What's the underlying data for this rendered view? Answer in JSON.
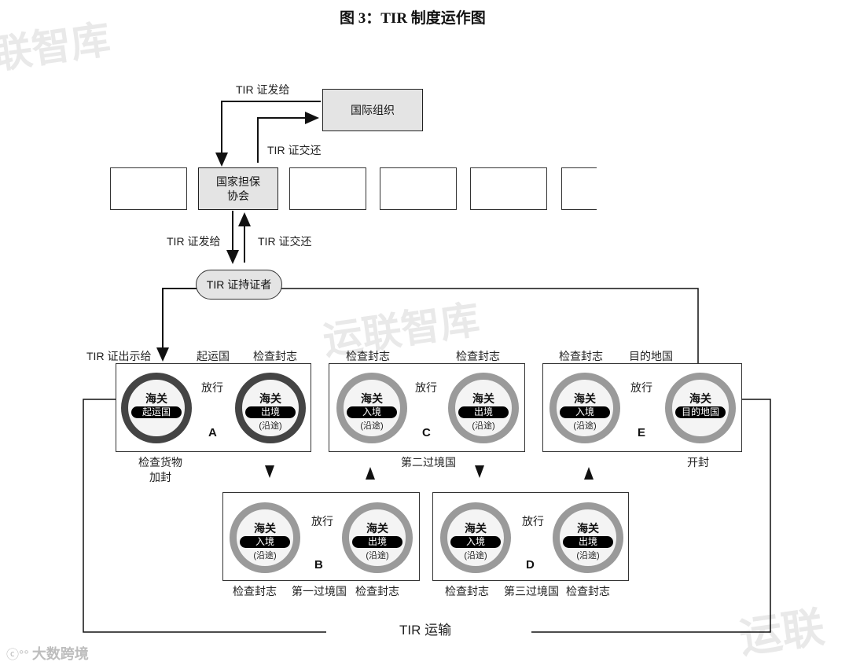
{
  "title": "图 3：TIR 制度运作图",
  "intl_org": "国际组织",
  "assoc": "国家担保\n协会",
  "holder": "TIR 证持证者",
  "labels": {
    "issue_top": "TIR 证发给",
    "return_top": "TIR 证交还",
    "issue_mid": "TIR 证发给",
    "return_mid": "TIR 证交还",
    "present": "TIR 证出示给",
    "origin_country": "起运国",
    "check_seal_a": "检查封志",
    "check_seal_c1": "检查封志",
    "check_seal_c2": "检查封志",
    "check_seal_e": "检查封志",
    "dest_country": "目的地国",
    "check_goods": "检查货物",
    "seal": "加封",
    "second_transit": "第二过境国",
    "open_seal": "开封",
    "b_left": "检查封志",
    "b_mid": "第一过境国",
    "b_right": "检查封志",
    "d_left": "检查封志",
    "d_mid": "第三过境国",
    "d_right": "检查封志",
    "transport": "TIR 运输"
  },
  "release": "放行",
  "customs": "海关",
  "stages": {
    "A": {
      "letter": "A",
      "left_band": "起运国",
      "right_band": "出境",
      "right_sub": "(沿途)"
    },
    "B": {
      "letter": "B",
      "left_band": "入境",
      "left_sub": "(沿途)",
      "right_band": "出境",
      "right_sub": "(沿途)"
    },
    "C": {
      "letter": "C",
      "left_band": "入境",
      "left_sub": "(沿途)",
      "right_band": "出境",
      "right_sub": "(沿途)"
    },
    "D": {
      "letter": "D",
      "left_band": "入境",
      "left_sub": "(沿途)",
      "right_band": "出境",
      "right_sub": "(沿途)"
    },
    "E": {
      "letter": "E",
      "left_band": "入境",
      "left_sub": "(沿途)",
      "right_band": "目的地国"
    }
  },
  "watermarks": {
    "top_left": "联智库",
    "center": "运联智库",
    "bottom_right": "运联",
    "brand": "大数跨境"
  }
}
